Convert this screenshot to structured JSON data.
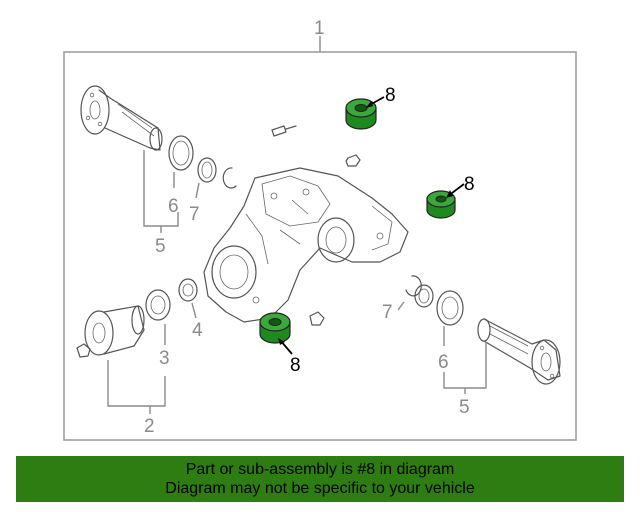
{
  "diagram": {
    "callouts": {
      "c1": "1",
      "c2": "2",
      "c3": "3",
      "c4": "4",
      "c5_left": "5",
      "c5_right": "5",
      "c6_left": "6",
      "c6_right": "6",
      "c7_left": "7",
      "c7_right": "7",
      "c8_top": "8",
      "c8_mid": "8",
      "c8_bottom": "8"
    },
    "highlight_color": "#1e8a1e"
  },
  "banner": {
    "line1": "Part or sub-assembly is #8 in diagram",
    "line2": "Diagram may not be specific to your vehicle",
    "background": "#2e7d12"
  }
}
